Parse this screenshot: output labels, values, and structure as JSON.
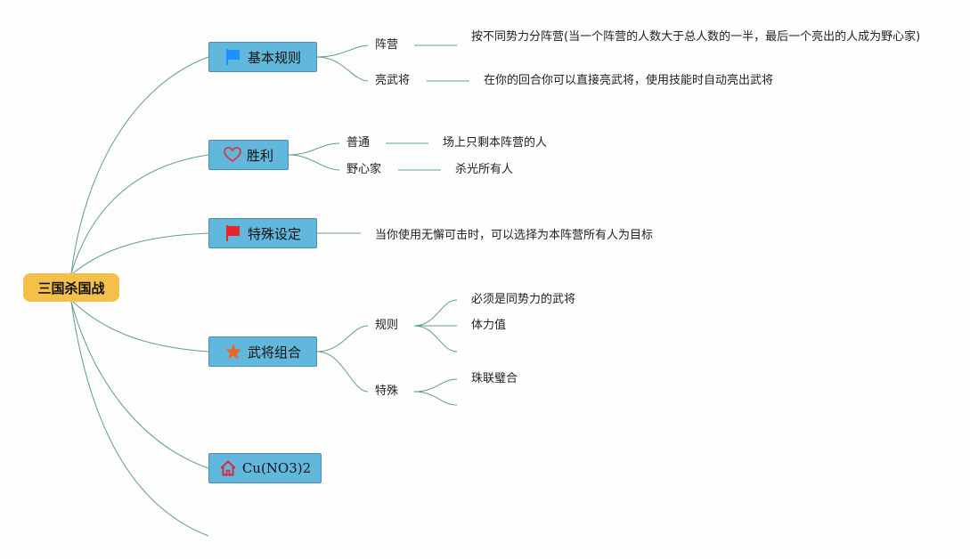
{
  "root": {
    "label": "三国杀国战"
  },
  "branches": [
    {
      "label": "基本规则",
      "icon": "flag-icon",
      "icon_color": "#1e90ff"
    },
    {
      "label": "胜利",
      "icon": "heart-icon",
      "icon_color": "#d93a3a"
    },
    {
      "label": "特殊设定",
      "icon": "flag-icon",
      "icon_color": "#e8262a"
    },
    {
      "label": "武将组合",
      "icon": "star-icon",
      "icon_color": "#e8672a"
    },
    {
      "label": "Cu(NO3)2",
      "icon": "home-icon",
      "icon_color": "#d9283c"
    }
  ],
  "rules": {
    "camp": {
      "label": "阵营",
      "detail": "按不同势力分阵营(当一个阵营的人数大于总人数的一半，最后一个亮出的人成为野心家)"
    },
    "reveal": {
      "label": "亮武将",
      "detail": "在你的回合你可以直接亮武将，使用技能时自动亮出武将"
    }
  },
  "victory": {
    "normal": {
      "label": "普通",
      "detail": "场上只剩本阵营的人"
    },
    "careerist": {
      "label": "野心家",
      "detail": "杀光所有人"
    }
  },
  "special": {
    "detail": "当你使用无懈可击时，可以选择为本阵营所有人为目标"
  },
  "combo": {
    "rule": {
      "label": "规则",
      "items": [
        "必须是同势力的武将",
        "体力值",
        ""
      ]
    },
    "special": {
      "label": "特殊",
      "items": [
        "珠联璧合",
        ""
      ]
    }
  }
}
